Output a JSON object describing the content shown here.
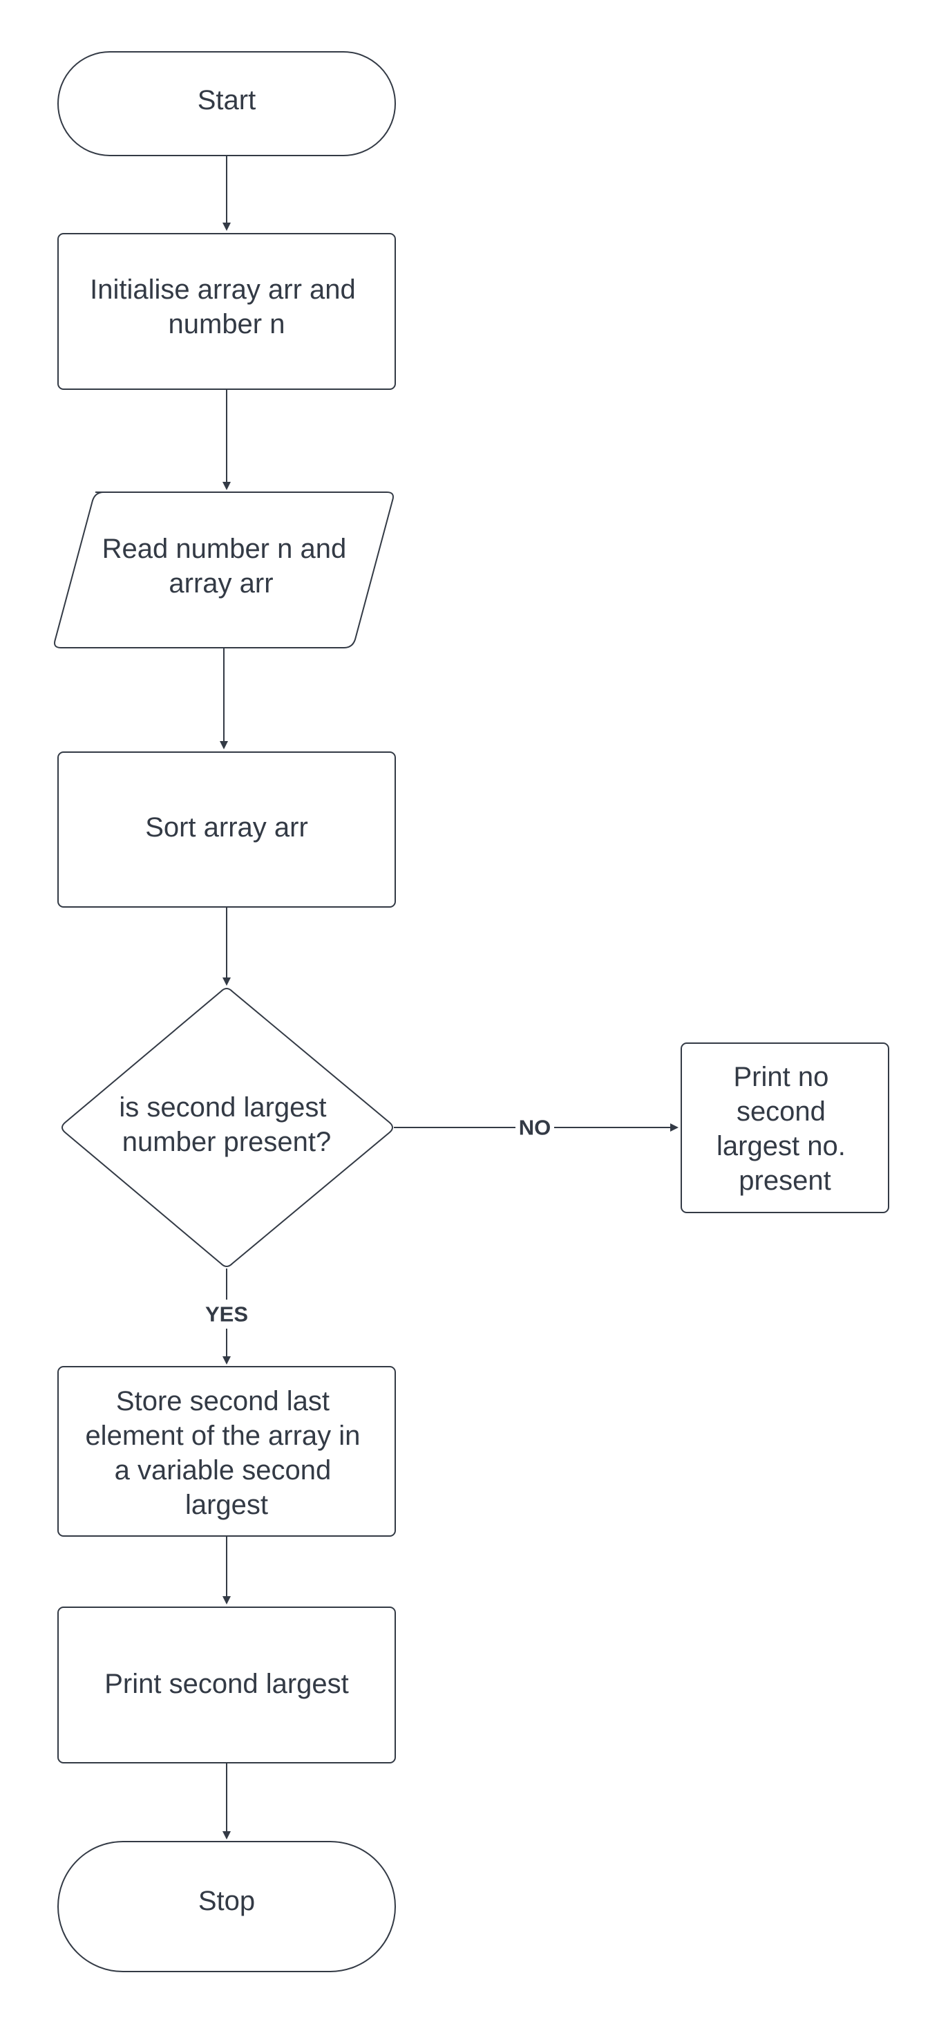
{
  "diagram": {
    "nodes": {
      "start": {
        "shape": "terminator",
        "lines": [
          "Start"
        ]
      },
      "init": {
        "shape": "process",
        "lines": [
          "Initialise array arr and",
          "number n"
        ]
      },
      "read": {
        "shape": "input-output",
        "lines": [
          "Read number n and",
          "array arr"
        ]
      },
      "sort": {
        "shape": "process",
        "lines": [
          "Sort array arr"
        ]
      },
      "decision": {
        "shape": "decision",
        "lines": [
          "is second largest",
          "number present?"
        ]
      },
      "no_branch": {
        "shape": "process",
        "lines": [
          "Print no",
          "second",
          "largest no.",
          "present"
        ]
      },
      "store": {
        "shape": "process",
        "lines": [
          "Store second last",
          "element of the array in",
          "a variable second",
          "largest"
        ]
      },
      "print": {
        "shape": "process",
        "lines": [
          "Print second largest"
        ]
      },
      "stop": {
        "shape": "terminator",
        "lines": [
          "Stop"
        ]
      }
    },
    "edges": {
      "start_to_init": {
        "from": "start",
        "to": "init",
        "label": ""
      },
      "init_to_read": {
        "from": "init",
        "to": "read",
        "label": ""
      },
      "read_to_sort": {
        "from": "read",
        "to": "sort",
        "label": ""
      },
      "sort_to_decision": {
        "from": "sort",
        "to": "decision",
        "label": ""
      },
      "decision_to_no": {
        "from": "decision",
        "to": "no_branch",
        "label": "NO"
      },
      "decision_to_store": {
        "from": "decision",
        "to": "store",
        "label": "YES"
      },
      "store_to_print": {
        "from": "store",
        "to": "print",
        "label": ""
      },
      "print_to_stop": {
        "from": "print",
        "to": "stop",
        "label": ""
      }
    }
  }
}
